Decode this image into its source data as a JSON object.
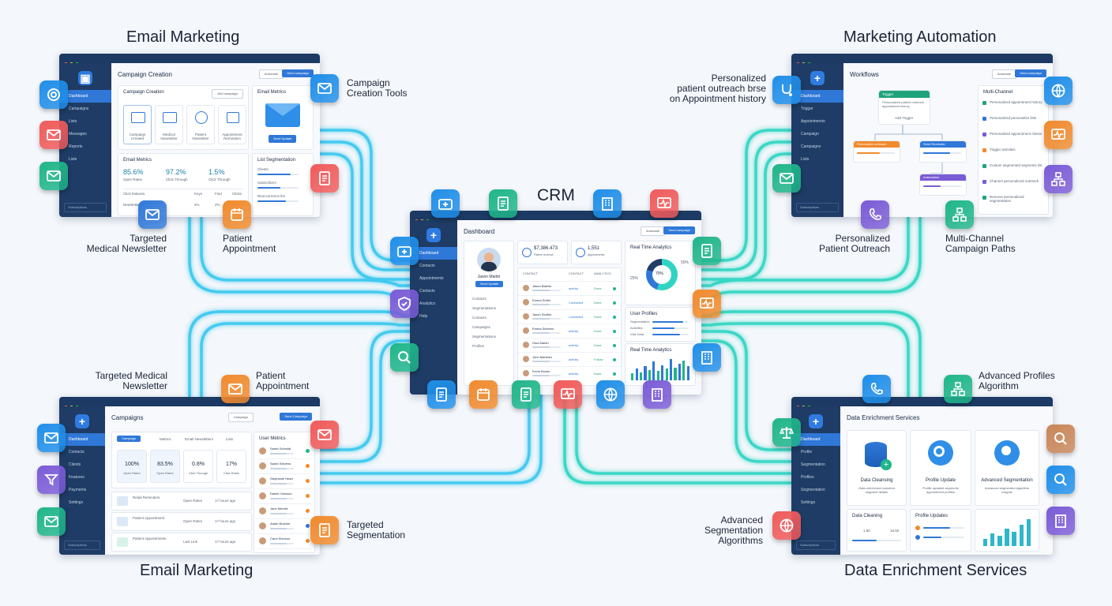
{
  "center": {
    "title": "CRM"
  },
  "sections": {
    "top_left": "Email Marketing",
    "top_right": "Marketing Automation",
    "bottom_left": "Email Marketing",
    "bottom_right": "Data Enrichment Services"
  },
  "captions": {
    "campaign_creation_tools": "Campaign\nCreation Tools",
    "targeted_medical_newsletter_top": "Targeted\nMedical Newsletter",
    "patient_appointment_top": "Patient\nAppointment",
    "personalized_outreach_note": "Personalized\npatient outreach brse\non Appointment history",
    "personalized_patient_outreach": "Personalized\nPatient Outreach",
    "multi_channel_campaign_paths": "Multi-Channel\nCampaign Paths",
    "targeted_medical_newsletter_bottom": "Targeted Medical\nNewsletter",
    "patient_appointment_bottom": "Patient\nAppointment",
    "targeted_segmentation": "Targeted\nSegmentation",
    "advanced_profiles_algorithm": "Advanced Profiles\nAlgorithm",
    "advanced_segmentation_algorithms": "Advanced\nSegmentation\nAlgorithms"
  },
  "colors": {
    "connector_teal": "#2fd4c2",
    "connector_cyan": "#39c7ef",
    "sidebar_navy": "#1e3c65",
    "accent_blue": "#2f78d8"
  },
  "email_window": {
    "title": "Campaign Creation",
    "buttons": [
      "Automate",
      "Send campaign"
    ],
    "nav": [
      "Dashboard",
      "Campaigns",
      "Lists",
      "Messages",
      "Reports",
      "Lists"
    ],
    "creation_card": {
      "title": "Campaign Creation",
      "button": "Add campaign",
      "tiles": [
        "Campaign Created",
        "Medical Newsletter",
        "Patient Newsletter",
        "Appointment Reminders"
      ]
    },
    "metrics_card": {
      "title": "Email Metrics",
      "button": "Send Update"
    },
    "stats_card": {
      "title": "Email Metrics",
      "stats": [
        {
          "value": "85.6%",
          "label": "Open Rates"
        },
        {
          "value": "97.2%",
          "label": "Click Through"
        },
        {
          "value": "1.5%",
          "label": "Click Through"
        }
      ],
      "table_headers": [
        "Click features",
        "Keys",
        "Find",
        "Clicks"
      ],
      "row": [
        "Newsletters",
        "4%",
        "2%",
        "1%"
      ]
    },
    "list_card": {
      "title": "List Segmentation",
      "items": [
        "Clients",
        "Subscribers",
        "Reoccurrence list"
      ]
    },
    "footer": "Subscriptions"
  },
  "automation_window": {
    "title": "Workflows",
    "buttons": [
      "Automate",
      "Send campaign"
    ],
    "nav": [
      "Dashboard",
      "Trigger",
      "Appointments",
      "Campaign",
      "Campaigns",
      "Lists"
    ],
    "flow": {
      "trigger": "Trigger",
      "trigger_text": "Personalized patient outreach appointment history",
      "trigger_button": "Add Trigger",
      "left": "Personalize outreach",
      "right": "Send Reminder",
      "bottom": "Automation"
    },
    "multi_channel": {
      "title": "Multi-Channel",
      "items": [
        "Personalized appointment history",
        "Personalized personalize lists",
        "Personalized appointment clients",
        "Trigger activities",
        "Custom segmented segments list",
        "Channel personalized outreach",
        "Remove personalized segmentation"
      ]
    },
    "footer": "Subscriptions"
  },
  "crm_window": {
    "title": "Dashboard",
    "buttons": [
      "Automate",
      "Send campaign"
    ],
    "nav": [
      "Dashboard",
      "Contacts",
      "Appointments",
      "Contacts",
      "Analytics",
      "Help"
    ],
    "profile": {
      "name": "Jason Martin",
      "button": "Send Update",
      "links": [
        "Contacts",
        "Segmentations",
        "Contacts",
        "Campaigns",
        "Segmentations",
        "Profiles"
      ]
    },
    "kpi": [
      {
        "value": "$7,386.473",
        "label": "Patient revenue"
      },
      {
        "value": "1,551",
        "label": "Appointments"
      }
    ],
    "table": {
      "headers": [
        "CONTACT",
        "CONTACT",
        "ANALYTICS"
      ],
      "rows": [
        [
          "Jason Bashm",
          "activity",
          "Done"
        ],
        [
          "Emma Smith",
          "Contacted",
          "Done"
        ],
        [
          "Jason Stother",
          "Contacted",
          "Done"
        ],
        [
          "Emma Stevens",
          "activity",
          "Done"
        ],
        [
          "Gina Martin",
          "activity",
          "Done"
        ],
        [
          "John Martinez",
          "activity",
          "Follow"
        ],
        [
          "Kevin Brown",
          "activity",
          "Done"
        ]
      ]
    },
    "realtime_donut": {
      "title": "Real Time Analytics",
      "center": "70%",
      "left_label": "25%",
      "right_label": "50%"
    },
    "user_profiles": {
      "title": "User Profiles",
      "items": [
        "Segmentation",
        "Activities",
        "Visit Data"
      ]
    },
    "realtime_bars": {
      "title": "Real Time Analytics"
    }
  },
  "bottom_email_window": {
    "title": "Campaigns",
    "buttons": [
      "Campaign",
      "Send Campaign"
    ],
    "nav": [
      "Dashboard",
      "Contacts",
      "Clients",
      "Features",
      "Payments",
      "Settings"
    ],
    "tabs": [
      "Campaign",
      "Metrics",
      "Email Newsletters",
      "Lists"
    ],
    "stats": [
      {
        "value": "100%",
        "label": "Open Rates"
      },
      {
        "value": "83.5%",
        "label": "Open Rates"
      },
      {
        "value": "0.8%",
        "label": "Click Through"
      },
      {
        "value": "17%",
        "label": "Click Rates"
      }
    ],
    "rows": [
      {
        "name": "Retail Reminders",
        "status": "Open Rates",
        "time": "17 hours ago"
      },
      {
        "name": "Patient Appointment",
        "status": "Open Rates",
        "time": "17 hours ago"
      },
      {
        "name": "Patient Appointments",
        "status": "Last Link",
        "time": "17 hours ago"
      }
    ],
    "user_metrics": {
      "title": "User Metrics",
      "users": [
        "Sarah Schmidt",
        "Sarah Stevens",
        "Stephanie Heart",
        "Daniel Johnson",
        "Jane Merrett",
        "Adam Bracher",
        "Carol Stevens"
      ]
    },
    "footer": "Subscriptions"
  },
  "enrichment_window": {
    "title": "Data Enrichment Services",
    "nav": [
      "Dashboard",
      "Profile",
      "Segmentation",
      "Profiles",
      "Segmentation",
      "Settings"
    ],
    "tiles": [
      {
        "title": "Data Cleansing",
        "text": "Data enrichment powered segment details"
      },
      {
        "title": "Profile Update",
        "text": "Profile updated segments appointment profiles"
      },
      {
        "title": "Advanced Segmentation",
        "text": "Advanced segmented algorithm insights"
      }
    ],
    "cleaning": {
      "title": "Data Cleaning",
      "left": "1.5K",
      "right": "16.5K"
    },
    "updates": {
      "title": "Profile Updates"
    },
    "footer": "Subscriptions"
  },
  "icons": [
    "email-icon",
    "envelope-icon",
    "newsletter-icon",
    "clipboard-icon",
    "hospital-icon",
    "heart-monitor-icon",
    "medical-kit-icon",
    "stethoscope-icon",
    "globe-icon",
    "chart-icon",
    "workflow-icon",
    "phone-icon",
    "shield-icon",
    "scale-icon",
    "brain-icon",
    "search-icon"
  ]
}
